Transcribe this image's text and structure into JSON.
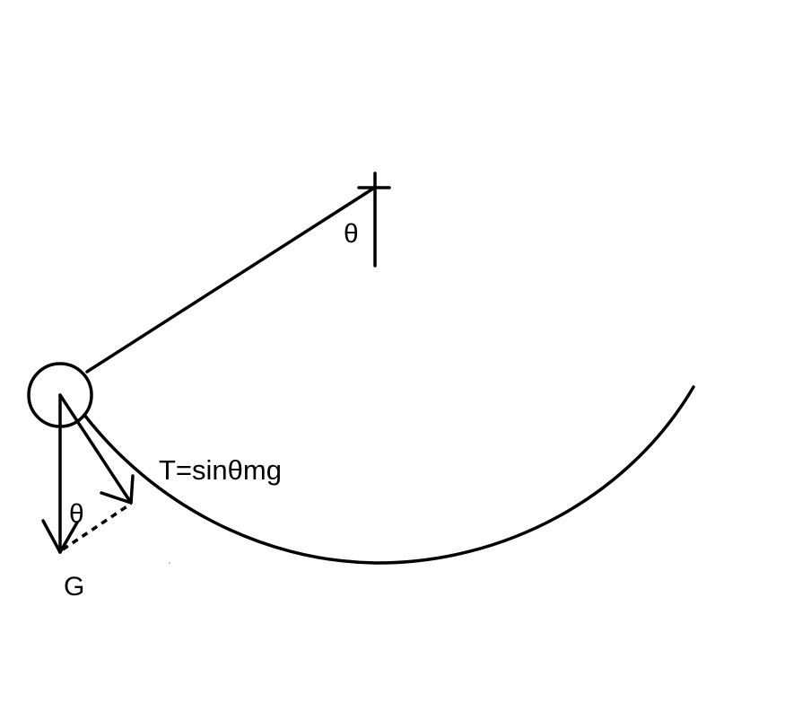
{
  "labels": {
    "theta_pivot": "θ",
    "theta_force": "θ",
    "gravity": "G",
    "tension_formula": "T=sinθmg"
  }
}
